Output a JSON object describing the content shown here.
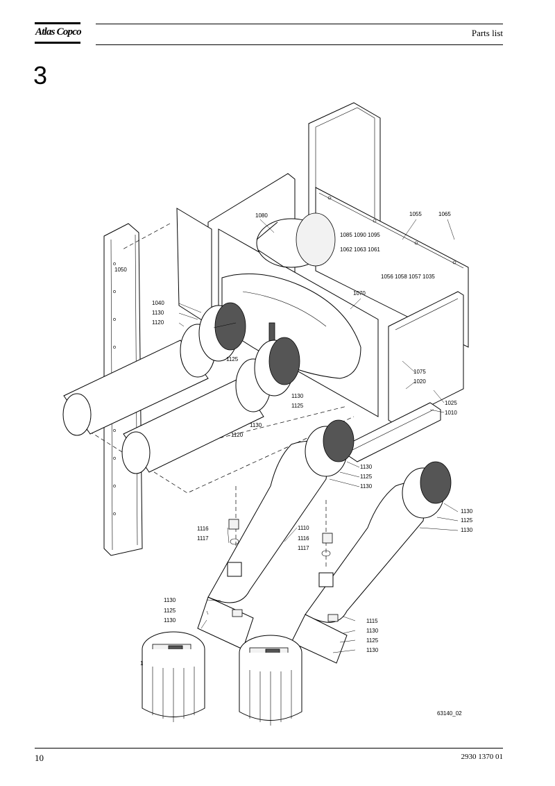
{
  "header": {
    "logo_text": "Atlas Copco",
    "title": "Parts list"
  },
  "section_number": "3",
  "figure": {
    "id": "63140_02",
    "callouts": [
      "1080",
      "1055",
      "1065",
      "1085 1090 1095",
      "1062 1063 1061",
      "1050",
      "1056 1058 1057 1035",
      "1070",
      "1040",
      "1130",
      "1120",
      "1125",
      "1075",
      "1020",
      "1130",
      "1125",
      "1025",
      "1010",
      "1130",
      "1120",
      "1130",
      "1125",
      "1130",
      "1130",
      "1125",
      "1130",
      "1116",
      "1117",
      "1110",
      "1116",
      "1117",
      "1130",
      "1125",
      "1130",
      "1115",
      "1130",
      "1125",
      "1130",
      "1"
    ]
  },
  "footer": {
    "page_number": "10",
    "document_number": "2930 1370 01"
  }
}
